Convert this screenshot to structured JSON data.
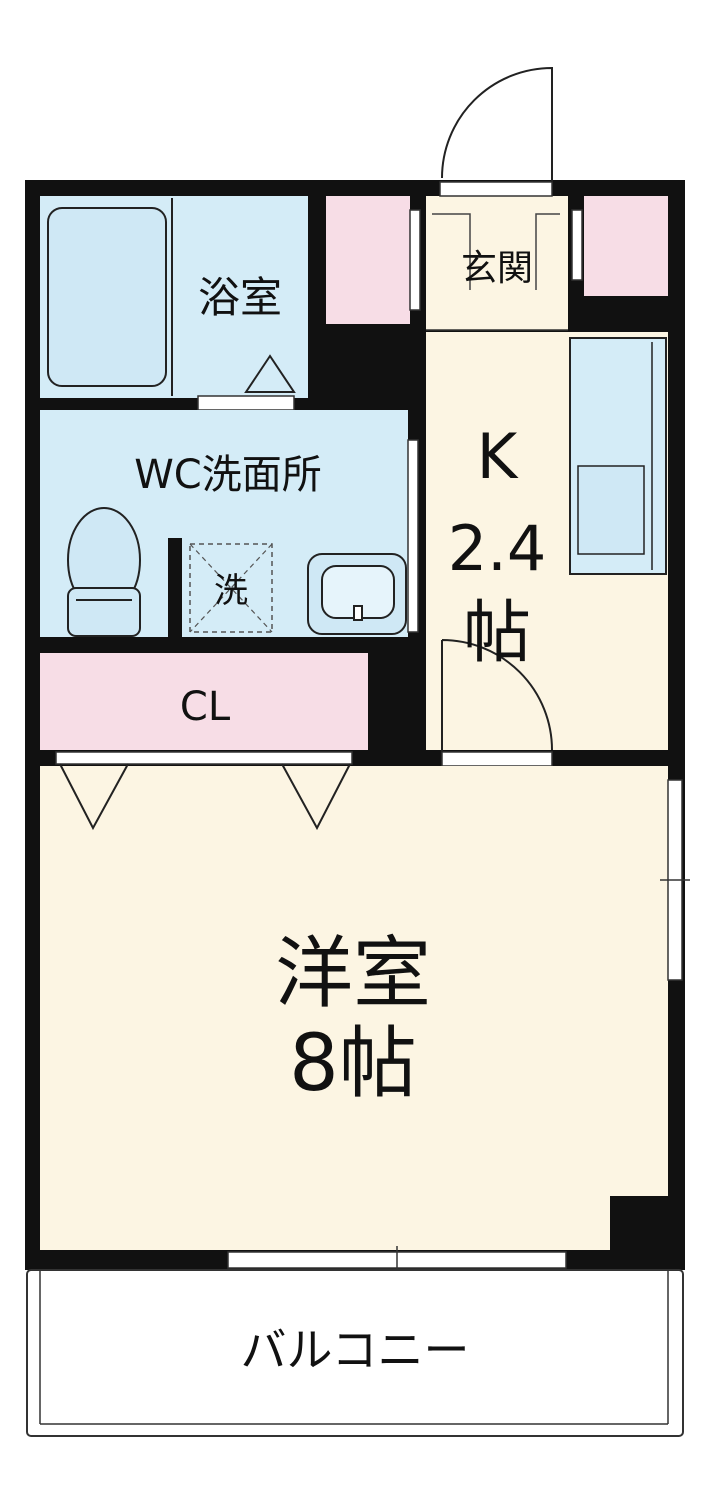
{
  "rooms": {
    "bath": "浴室",
    "washroom": "WC洗面所",
    "washer": "洗",
    "closet": "CL",
    "entrance": "玄関",
    "kitchen_name": "K",
    "kitchen_size_value": "2.4",
    "kitchen_size_unit": "帖",
    "western_room": "洋室",
    "western_room_size": "8帖",
    "balcony": "バルコニー"
  },
  "colors": {
    "wall": "#111111",
    "floor": "#fcf5e3",
    "wet_area": "#d4ecf7",
    "storage": "#f7dde6",
    "fixture_fill": "#cfe8f5"
  }
}
